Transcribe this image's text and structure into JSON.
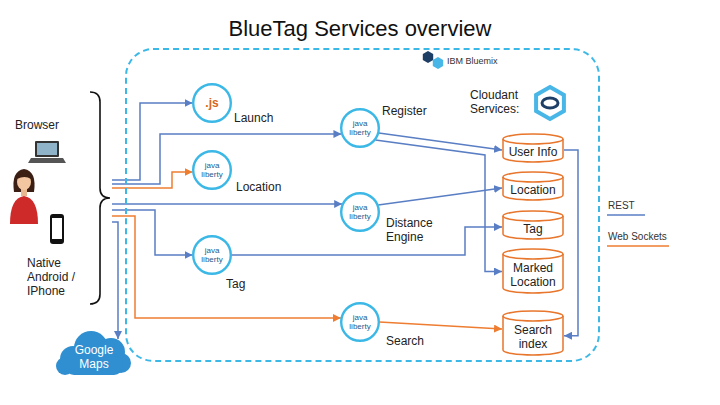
{
  "diagram": {
    "title": "BlueTag Services overview",
    "nodes": [
      {
        "text": [
          "Browser",
          "Native Android / IPhone"
        ]
      },
      {
        "text": [
          "IBM Bluemix"
        ]
      },
      {
        "text": [
          ".js",
          "Launch"
        ],
        "in": 1
      },
      {
        "text": [
          "java liberty",
          "Register"
        ],
        "in": 1
      },
      {
        "text": [
          "java liberty",
          "Location"
        ],
        "in": 1
      },
      {
        "text": [
          "java liberty",
          "Distance Engine"
        ],
        "in": 1
      },
      {
        "text": [
          "java liberty",
          "Tag"
        ],
        "in": 1
      },
      {
        "text": [
          "java liberty",
          "Search"
        ],
        "in": 1
      },
      {
        "text": [
          "User Info"
        ],
        "in": 1
      },
      {
        "text": [
          "Location"
        ],
        "in": 1
      },
      {
        "text": [
          "Tag"
        ],
        "in": 1
      },
      {
        "text": [
          "Marked Location"
        ],
        "in": 1
      },
      {
        "text": [
          "Search index"
        ],
        "in": 1
      },
      {
        "text": [
          "Google Maps"
        ]
      }
    ],
    "edges": [
      {
        "from": 0,
        "to": 2,
        "arrow": "to"
      },
      {
        "from": 0,
        "to": 3,
        "arrow": "to"
      },
      {
        "from": 0,
        "to": 4,
        "arrow": "to"
      },
      {
        "from": 0,
        "to": 5,
        "arrow": "to"
      },
      {
        "from": 0,
        "to": 6,
        "arrow": "to"
      },
      {
        "from": 0,
        "to": 7,
        "arrow": "to"
      },
      {
        "from": 0,
        "to": 13,
        "arrow": "to"
      },
      {
        "from": 3,
        "to": 8,
        "arrow": "to"
      },
      {
        "from": 3,
        "to": 11,
        "arrow": "to"
      },
      {
        "from": 5,
        "to": 9,
        "arrow": "to"
      },
      {
        "from": 6,
        "to": 10,
        "arrow": "to"
      },
      {
        "from": 7,
        "to": 12,
        "arrow": "to"
      },
      {
        "from": 8,
        "to": 12,
        "arrow": "to"
      }
    ],
    "labels": [
      "Cloudant Services:"
    ],
    "legend": [
      {
        "text": "REST"
      },
      {
        "text": "Web Sockets"
      }
    ]
  }
}
